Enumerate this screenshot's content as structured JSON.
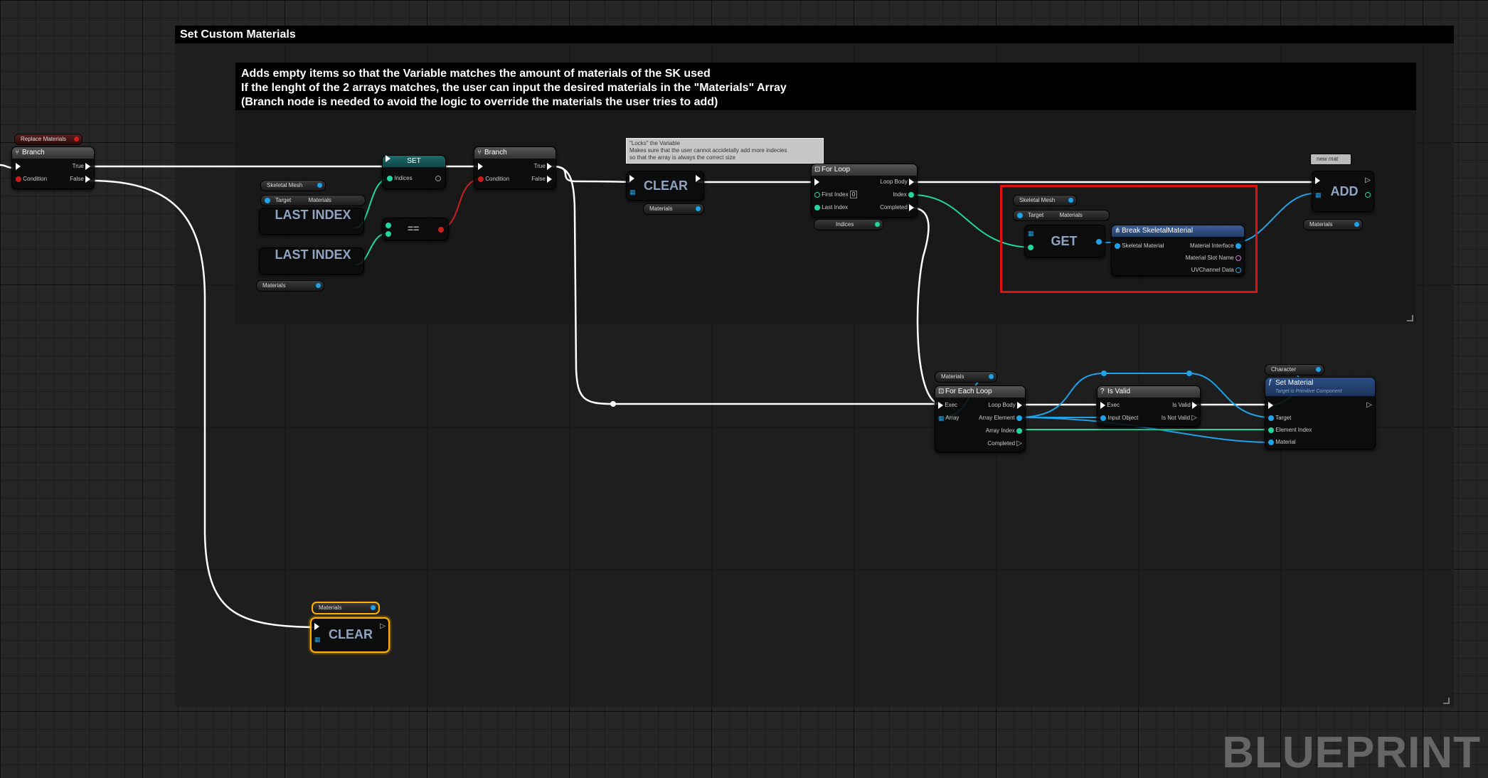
{
  "comments": {
    "outer_title": "Set Custom Materials",
    "inner_lines": [
      "Adds empty items so that the Variable matches the amount of materials of the SK used",
      "If the lenght of the 2 arrays matches, the user can input the desired materials in the \"Materials\" Array",
      "(Branch node is needed to avoid the logic to override the materials the user tries to add)"
    ]
  },
  "event": {
    "label": "Replace Materials"
  },
  "branch1": {
    "title": "Branch",
    "condition": "Condition",
    "true": "True",
    "false": "False"
  },
  "branch2": {
    "title": "Branch",
    "condition": "Condition",
    "true": "True",
    "false": "False"
  },
  "set_node": {
    "title": "SET",
    "indices": "Indices"
  },
  "vars": {
    "skeletal_mesh": "Skeletal Mesh",
    "target": "Target",
    "materials": "Materials",
    "indices": "Indices",
    "character": "Character",
    "new_mat": "new mat"
  },
  "macros": {
    "last_index": "LAST INDEX",
    "equals": "==",
    "clear": "CLEAR",
    "get": "GET",
    "add": "ADD"
  },
  "tooltip": {
    "lines": [
      "\"Locks\" the Variable",
      "Makes sure that the user cannot accidetally add more indecies",
      "so that the array is always the correct size"
    ]
  },
  "for_loop": {
    "title": "For Loop",
    "first_index": "First Index",
    "first_index_value": "0",
    "last_index": "Last Index",
    "loop_body": "Loop Body",
    "index": "Index",
    "completed": "Completed"
  },
  "break_node": {
    "title": "Break SkeletalMaterial",
    "skeletal_material": "Skeletal Material",
    "material_interface": "Material Interface",
    "material_slot_name": "Material Slot Name",
    "uv_channel_data": "UVChannel Data"
  },
  "for_each": {
    "title": "For Each Loop",
    "exec": "Exec",
    "array": "Array",
    "loop_body": "Loop Body",
    "array_element": "Array Element",
    "array_index": "Array Index",
    "completed": "Completed"
  },
  "is_valid": {
    "title": "Is Valid",
    "exec": "Exec",
    "input_object": "Input Object",
    "is_valid": "Is Valid",
    "is_not_valid": "Is Not Valid"
  },
  "set_material": {
    "title": "Set Material",
    "subtitle": "Target is Primitive Component",
    "target": "Target",
    "element_index": "Element Index",
    "material": "Material"
  },
  "watermark": "BLUEPRINT",
  "colors": {
    "exec_wire": "#ffffff",
    "object_wire": "#1fa2e8",
    "int_wire": "#23d6a0",
    "bool_wire": "#c9201f",
    "highlight_frame": "#e01010",
    "selection": "#ffb000"
  }
}
